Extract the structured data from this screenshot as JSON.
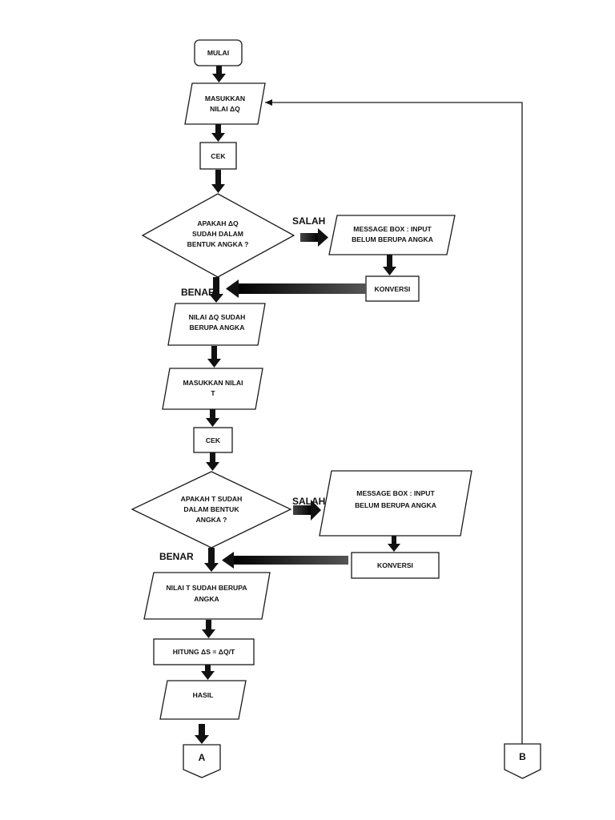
{
  "nodes": {
    "start": "MULAI",
    "input_dq": [
      "MASUKKAN",
      "NILAI ΔQ"
    ],
    "check_1": "CEK",
    "decision_dq": [
      "APAKAH ΔQ",
      "SUDAH DALAM",
      "BENTUK ANGKA ?"
    ],
    "message_1": [
      "MESSAGE BOX : INPUT",
      "BELUM BERUPA ANGKA"
    ],
    "convert_1": "KONVERSI",
    "value_dq": [
      "NILAI ΔQ SUDAH",
      "BERUPA ANGKA"
    ],
    "input_t": [
      "MASUKKAN NILAI",
      "T"
    ],
    "check_2": "CEK",
    "decision_t": [
      "APAKAH T SUDAH",
      "DALAM BENTUK",
      "ANGKA ?"
    ],
    "message_2": [
      "MESSAGE BOX : INPUT",
      "BELUM BERUPA ANGKA"
    ],
    "convert_2": "KONVERSI",
    "value_t": [
      "NILAI T SUDAH BERUPA",
      "ANGKA"
    ],
    "compute": "HITUNG ΔS = ΔQ/T",
    "result": "HASIL",
    "connector_a": "A",
    "connector_b": "B"
  },
  "labels": {
    "false_1": "SALAH",
    "true_1": "BENAR",
    "false_2": "SALAH",
    "true_2": "BENAR"
  }
}
